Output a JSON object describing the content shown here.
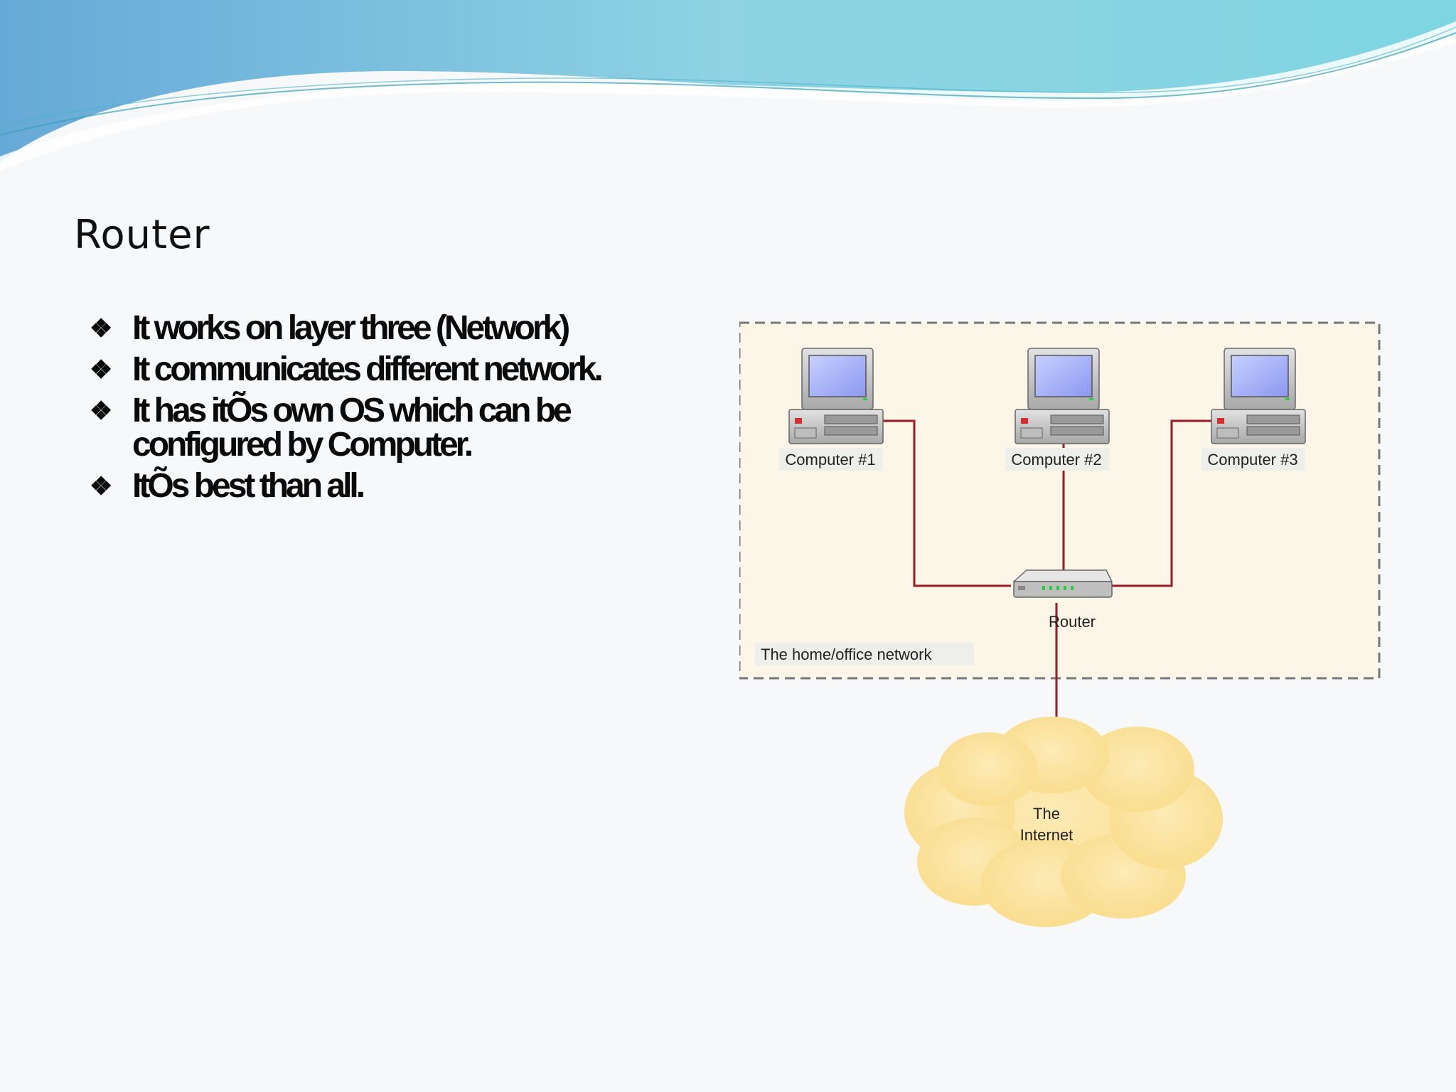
{
  "slide": {
    "title": "Router",
    "bullet_marker": "❖",
    "bullets": [
      "It works on layer three (Network)",
      "It communicates different network.",
      "It has itÕs own OS which can be configured by Computer.",
      "ItÕs best than all."
    ]
  },
  "diagram": {
    "computers": [
      "Computer #1",
      "Computer #2",
      "Computer #3"
    ],
    "router_label": "Router",
    "network_label": "The home/office network",
    "internet_label_line1": "The",
    "internet_label_line2": "Internet"
  },
  "colors": {
    "network_fill": "#fbf6e8",
    "cable": "#9b1c24",
    "cloud": "#fbe4a0",
    "wave_light": "#9bd8e6",
    "wave_dark": "#5fc2d8"
  }
}
